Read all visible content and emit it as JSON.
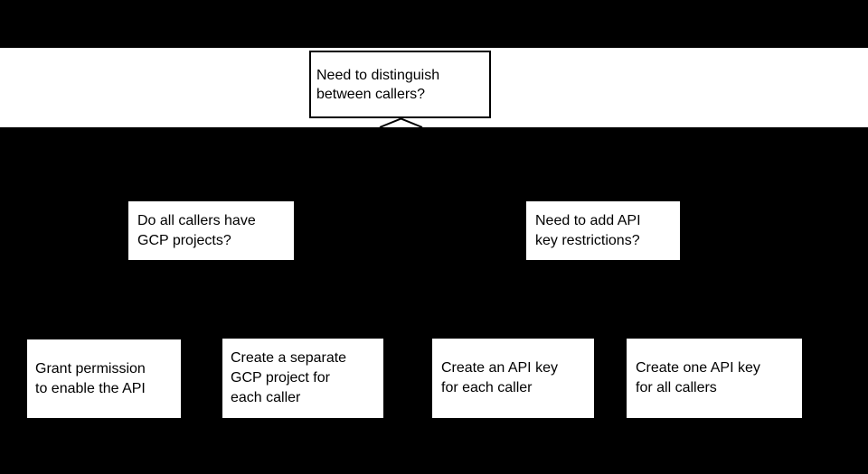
{
  "colors": {
    "background": "#000000",
    "band_fill": "#ffffff",
    "node_fill": "#ffffff",
    "node_border": "#000000",
    "text": "#000000"
  },
  "flowchart": {
    "root": {
      "text": "Need to distinguish between callers?",
      "lines": [
        "Need to distinguish",
        "between callers?"
      ]
    },
    "questions": [
      {
        "text": "Do all callers have GCP projects?",
        "lines": [
          "Do all callers have",
          "GCP projects?"
        ]
      },
      {
        "text": "Need to add API key restrictions?",
        "lines": [
          "Need to add API",
          "key restrictions?"
        ]
      }
    ],
    "actions": [
      {
        "text": "Grant permission to enable the API",
        "lines": [
          "Grant permission",
          "to enable the API"
        ]
      },
      {
        "text": "Create a separate GCP project for each caller",
        "lines": [
          "Create a separate",
          "GCP project for",
          "each caller"
        ]
      },
      {
        "text": "Create an API key for each caller",
        "lines": [
          "Create an API key",
          "for each caller"
        ]
      },
      {
        "text": "Create one API key for all callers",
        "lines": [
          "Create one API key",
          "for all callers"
        ]
      }
    ]
  }
}
